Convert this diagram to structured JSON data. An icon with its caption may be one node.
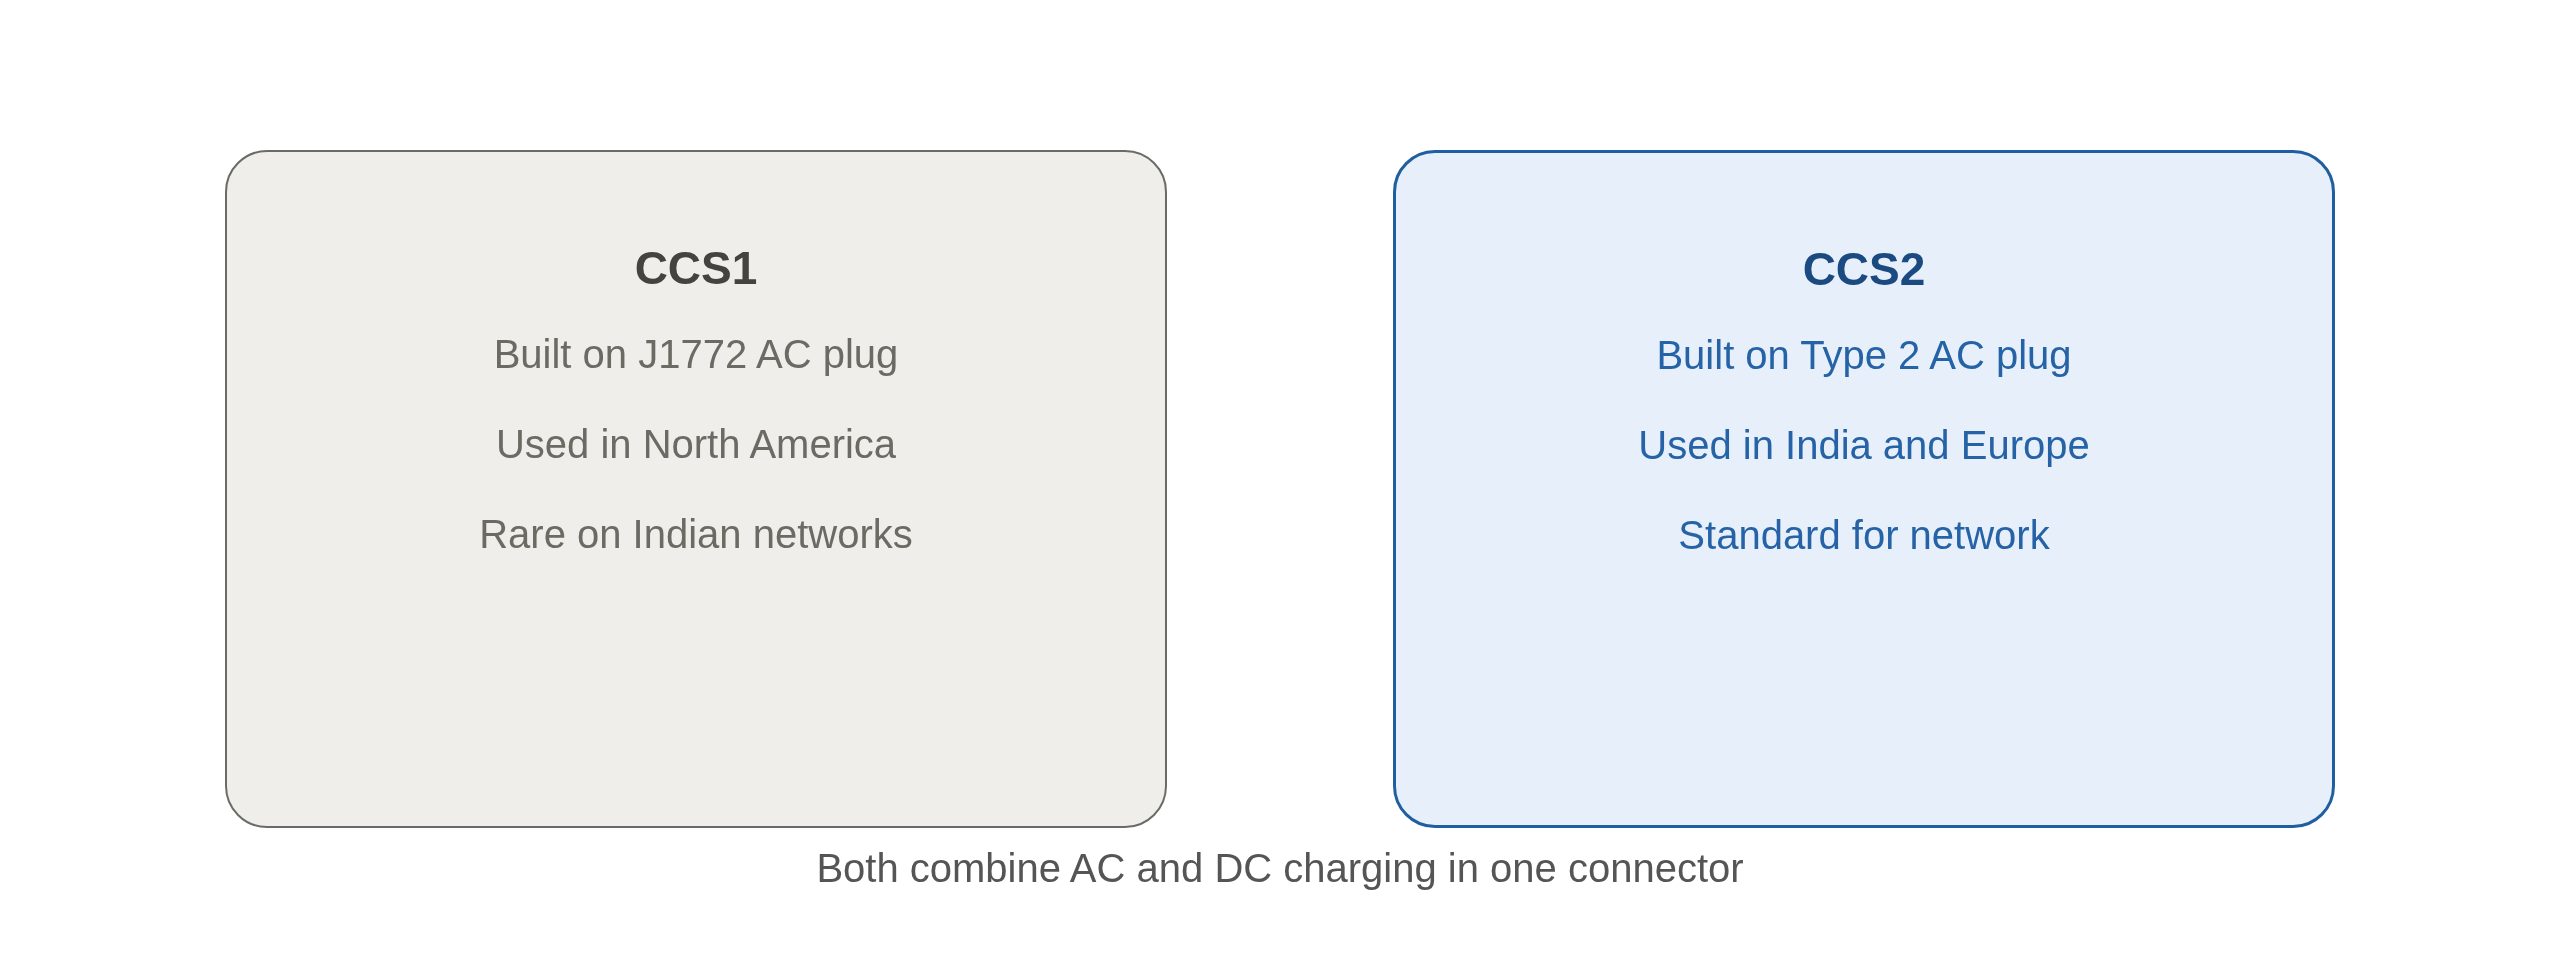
{
  "diagram": {
    "caption": "Both combine AC and DC charging in one connector",
    "nodes": [
      {
        "text": [
          "CCS1",
          "Built on J1772 AC plug",
          "Used in North America",
          "Rare on Indian networks"
        ]
      },
      {
        "text": [
          "CCS2",
          "Built on Type 2 AC plug",
          "Used in India and Europe",
          "Standard for network"
        ]
      }
    ]
  }
}
